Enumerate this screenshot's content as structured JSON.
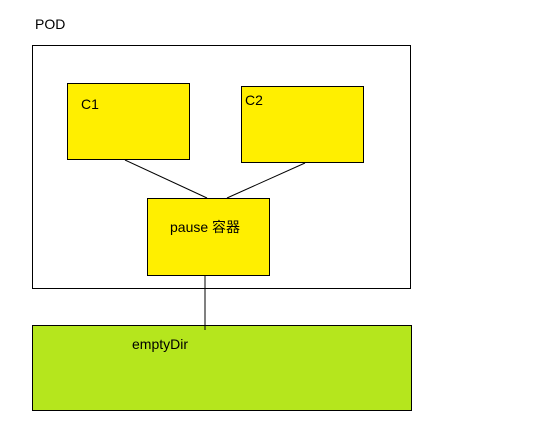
{
  "pod": {
    "label": "POD"
  },
  "containers": [
    {
      "label": "C1"
    },
    {
      "label": "C2"
    }
  ],
  "pause": {
    "label": "pause 容器"
  },
  "volume": {
    "label": "emptyDir"
  },
  "colors": {
    "container_fill": "#ffef00",
    "volume_fill": "#b5e61d",
    "border": "#000000",
    "pod_fill": "#ffffff"
  }
}
